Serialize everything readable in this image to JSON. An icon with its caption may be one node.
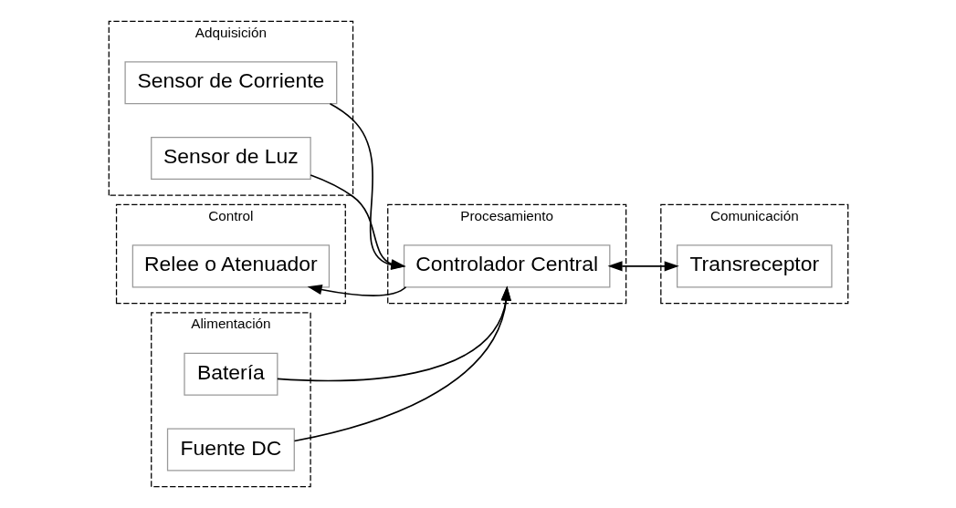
{
  "diagram": {
    "nodes": [
      {
        "text": [
          "Adquisición"
        ]
      },
      {
        "text": [
          "Sensor de Corriente"
        ],
        "in": 0
      },
      {
        "text": [
          "Sensor de Luz"
        ],
        "in": 0
      },
      {
        "text": [
          "Procesamiento"
        ]
      },
      {
        "text": [
          "Controlador Central"
        ],
        "in": 3
      },
      {
        "text": [
          "Comunicación"
        ]
      },
      {
        "text": [
          "Transreceptor"
        ],
        "in": 5
      },
      {
        "text": [
          "Control"
        ]
      },
      {
        "text": [
          "Relee o Atenuador"
        ],
        "in": 7
      },
      {
        "text": [
          "Alimentación"
        ]
      },
      {
        "text": [
          "Batería"
        ],
        "in": 9
      },
      {
        "text": [
          "Fuente DC"
        ],
        "in": 9
      }
    ],
    "edges": [
      {
        "from": 1,
        "to": 4,
        "arrow": "to"
      },
      {
        "from": 2,
        "to": 4,
        "arrow": "to"
      },
      {
        "from": 4,
        "to": 8,
        "arrow": "to"
      },
      {
        "from": 4,
        "to": 6,
        "arrow": "both"
      },
      {
        "from": 10,
        "to": 4,
        "arrow": "to"
      },
      {
        "from": 11,
        "to": 4,
        "arrow": "to"
      }
    ]
  }
}
